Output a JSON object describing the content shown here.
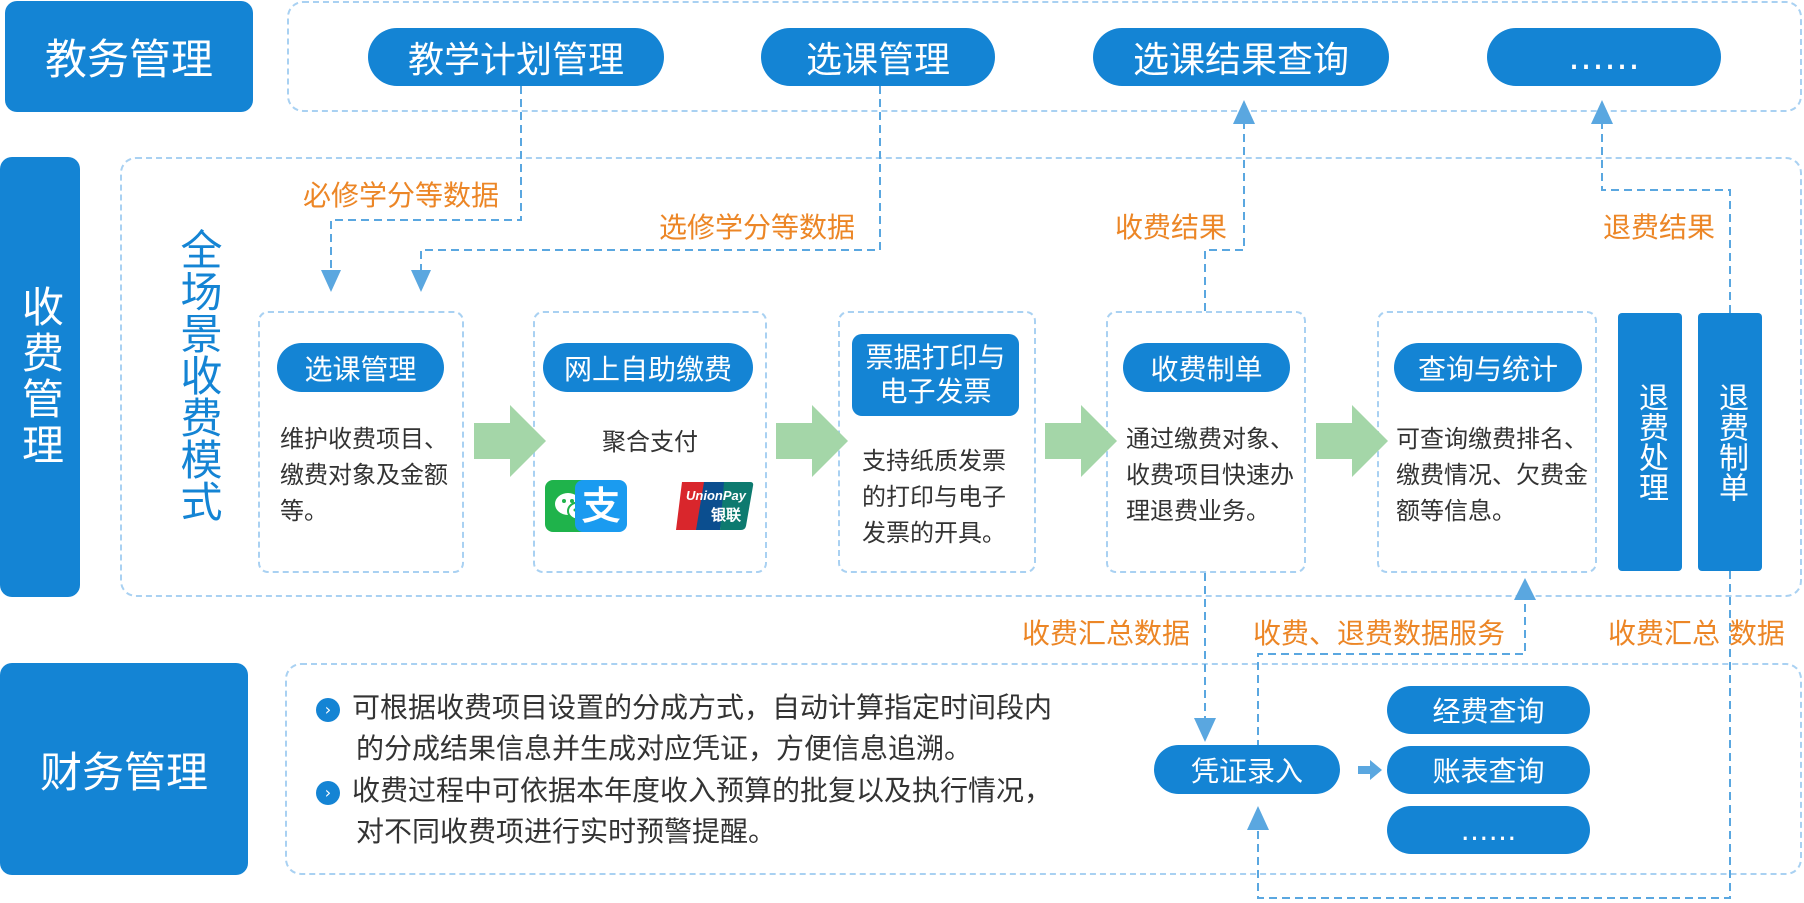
{
  "sections": {
    "academic": "教务管理",
    "fee": "收费管理",
    "finance": "财务管理"
  },
  "academic_modules": [
    "教学计划管理",
    "选课管理",
    "选课结果查询",
    "……"
  ],
  "scene_label": "全场景收费模式",
  "flow": [
    {
      "title": "选课管理",
      "desc": "维护收费项目、缴费对象及金额等。"
    },
    {
      "title": "网上自助缴费",
      "desc": "聚合支付"
    },
    {
      "title": "票据打印与电子发票",
      "desc": "支持纸质发票的打印与电子发票的开具。"
    },
    {
      "title": "收费制单",
      "desc": "通过缴费对象、收费项目快速办理退费业务。"
    },
    {
      "title": "查询与统计",
      "desc": "可查询缴费排名、缴费情况、欠费金额等信息。"
    }
  ],
  "payment_icons": [
    "wechat-pay-icon",
    "alipay-icon",
    "unionpay-icon"
  ],
  "unionpay": {
    "brand": "UnionPay",
    "cn": "银联"
  },
  "refund_boxes": [
    "退费处理",
    "退费制单"
  ],
  "flow_labels": {
    "required_credits": "必修学分等数据",
    "elective_credits": "选修学分等数据",
    "fee_result": "收费结果",
    "refund_result": "退费结果",
    "fee_summary_1": "收费汇总数据",
    "fee_refund_service": "收费、退费数据服务",
    "fee_summary_2": "收费汇总 数据"
  },
  "finance": {
    "bullets": [
      [
        "可根据收费项目设置的分成方式，自动计算指定时间段内",
        "的分成结果信息并生成对应凭证，方便信息追溯。"
      ],
      [
        "收费过程中可依据本年度收入预算的批复以及执行情况，",
        "对不同收费项进行实时预警提醒。"
      ]
    ],
    "voucher": "凭证录入",
    "queries": [
      "经费查询",
      "账表查询",
      "……"
    ]
  },
  "colors": {
    "primary": "#1484d4",
    "orange": "#ec8626",
    "arrow_green": "#a4d6a8",
    "dash": "#a9d1f2",
    "connector": "#5aa7e0"
  }
}
